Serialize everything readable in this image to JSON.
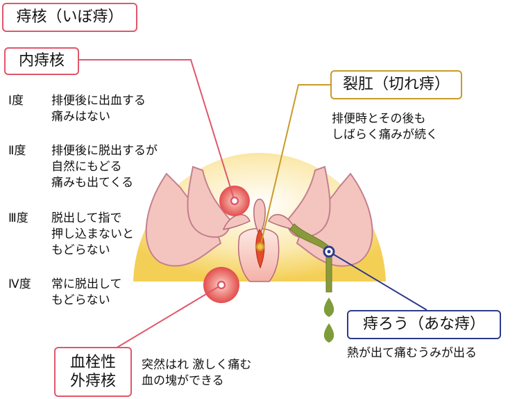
{
  "title": "痔核（いぼ痔）",
  "internal": {
    "label": "内痔核",
    "grades": [
      {
        "grade": "Ⅰ度",
        "text": "排便後に出血する\n痛みはない"
      },
      {
        "grade": "Ⅱ度",
        "text": "排便後に脱出するが\n自然にもどる\n痛みも出てくる"
      },
      {
        "grade": "Ⅲ度",
        "text": "脱出して指で\n押し込まないと\nもどらない"
      },
      {
        "grade": "Ⅳ度",
        "text": "常に脱出して\nもどらない"
      }
    ]
  },
  "fissure": {
    "label": "裂肛（切れ痔）",
    "desc": "排便時とその後も\nしばらく痛みが続く"
  },
  "fistula": {
    "label": "痔ろう（あな痔）",
    "desc": "熱が出て痛むうみが出る"
  },
  "thrombosed": {
    "label_line1": "血栓性",
    "label_line2": "外痔核",
    "desc": "突然はれ 激しく痛む\n血の塊ができる"
  },
  "colors": {
    "pink": "#e0566a",
    "gold": "#c99a28",
    "navy": "#2c3a8a",
    "skin": "#f6c9c2",
    "fat": "#f6e27a",
    "olive": "#7f9c3a"
  }
}
